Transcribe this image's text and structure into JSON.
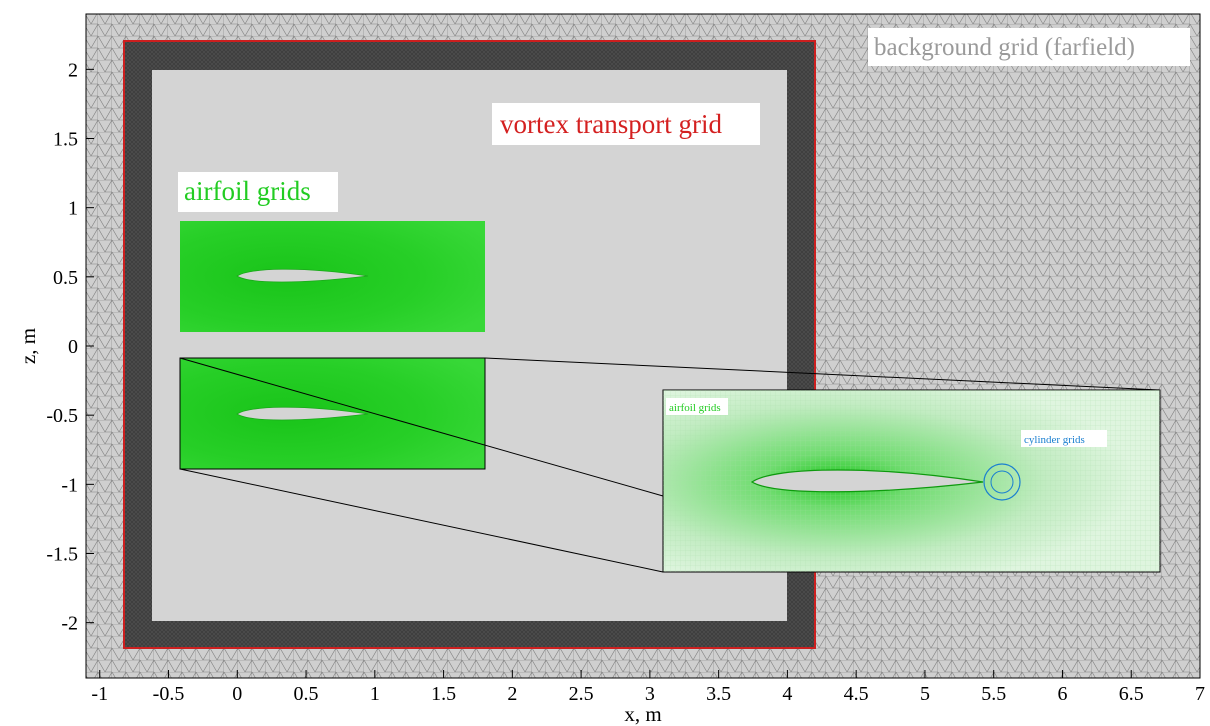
{
  "axes": {
    "xlabel": "x, m",
    "ylabel": "z, m",
    "xticks": [
      "-1",
      "-0.5",
      "0",
      "0.5",
      "1",
      "1.5",
      "2",
      "2.5",
      "3",
      "3.5",
      "4",
      "4.5",
      "5",
      "5.5",
      "6",
      "6.5",
      "7"
    ],
    "yticks": [
      "2",
      "1.5",
      "1",
      "0.5",
      "0",
      "-0.5",
      "-1",
      "-1.5",
      "-2"
    ],
    "xlim": [
      -1.1,
      7.0
    ],
    "ylim": [
      -2.4,
      2.4
    ]
  },
  "labels": {
    "background": "background grid (farfield)",
    "vortex": "vortex transport grid",
    "airfoil": "airfoil grids",
    "inset_airfoil": "airfoil grids",
    "inset_cylinder": "cylinder grids"
  },
  "colors": {
    "background_mesh": "#c8c8c8",
    "mesh_lines": "#7a7a7a",
    "vortex_border": "#cc1f1f",
    "vortex_frame": "#4a4a4a",
    "vortex_interior": "#d4d4d4",
    "airfoil_grid": "#22c222",
    "airfoil_label": "#22cc22",
    "vortex_label": "#d42020",
    "cylinder_label": "#1a7fd0"
  }
}
